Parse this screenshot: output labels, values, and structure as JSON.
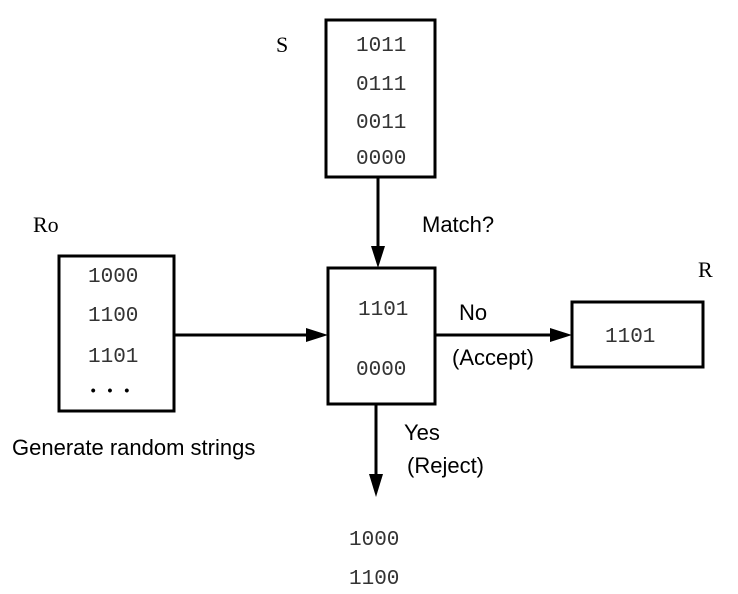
{
  "s_box": {
    "label": "S",
    "strings": [
      "1011",
      "0111",
      "0011",
      "0000"
    ]
  },
  "ro_box": {
    "label": "Ro",
    "strings": [
      "1000",
      "1100",
      "1101"
    ],
    "ellipsis": "• • •",
    "caption": "Generate random strings"
  },
  "match_box": {
    "strings": [
      "1101",
      "0000"
    ],
    "question": "Match?"
  },
  "accept_branch": {
    "label_no": "No",
    "label_accept": "(Accept)"
  },
  "r_box": {
    "label": "R",
    "strings": [
      "1101"
    ]
  },
  "reject_branch": {
    "label_yes": "Yes",
    "label_reject": "(Reject)",
    "rejected_strings": [
      "1000",
      "1100"
    ]
  }
}
